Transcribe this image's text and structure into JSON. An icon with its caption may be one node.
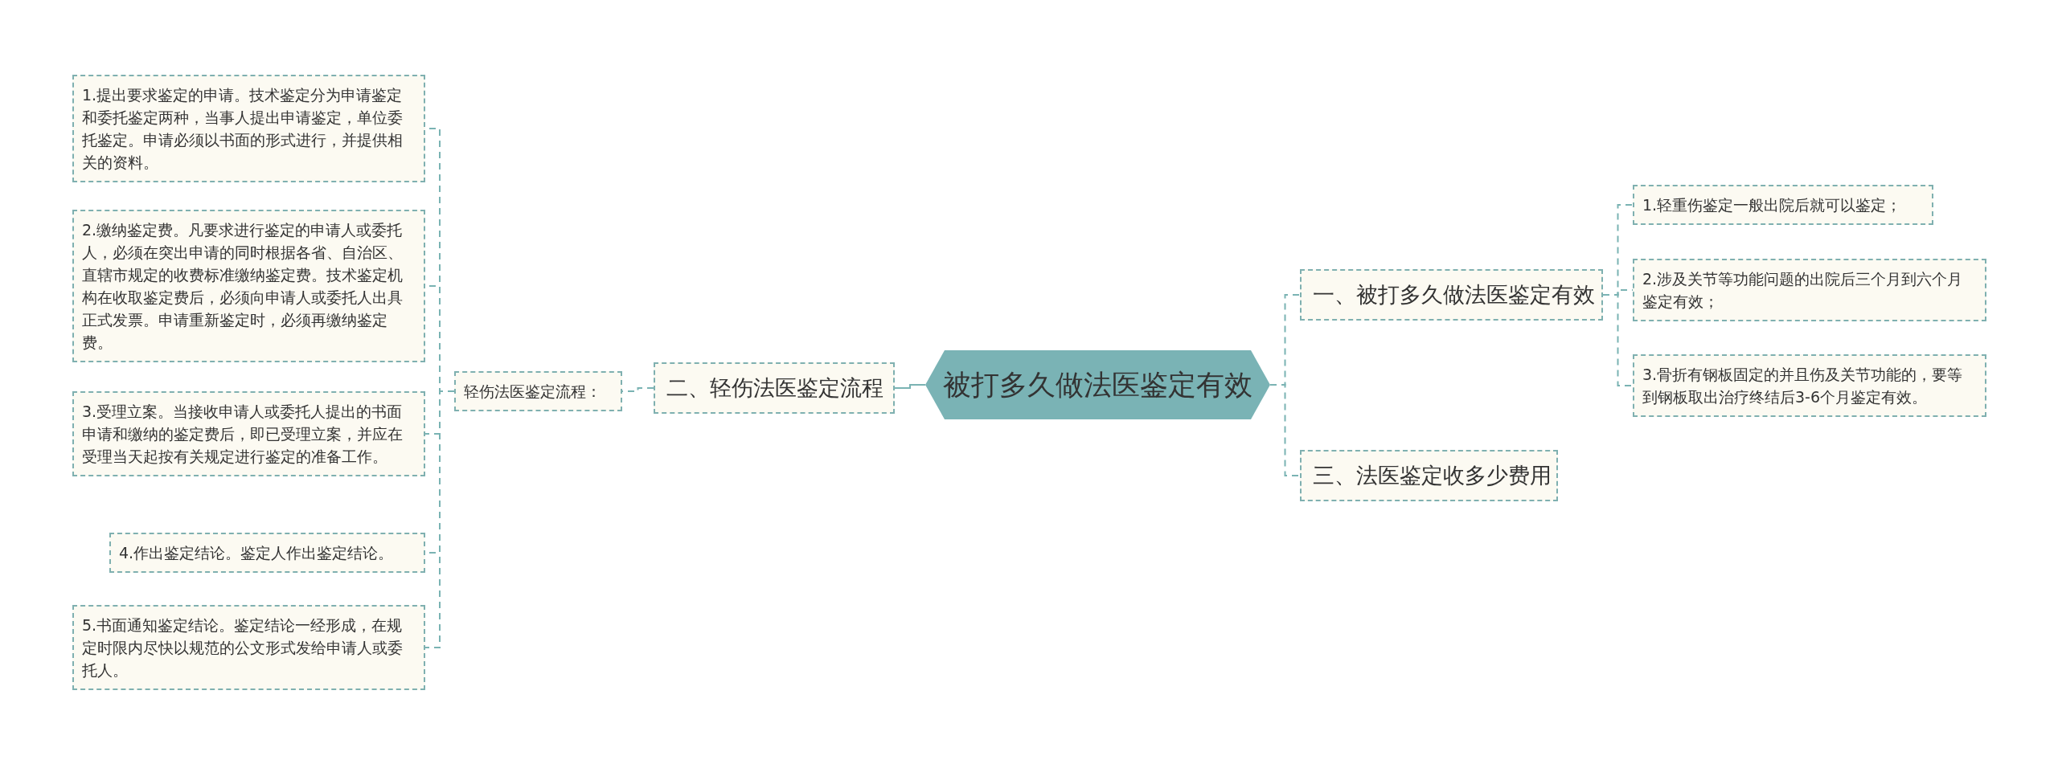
{
  "diagram": {
    "nodes": [
      {
        "text": [
          "被打多久做法医鉴定有效"
        ]
      },
      {
        "text": [
          "二、轻伤法医鉴定流程"
        ]
      },
      {
        "text": [
          "轻伤法医鉴定流程："
        ]
      },
      {
        "text": [
          "1.提出要求鉴定的申请。技术鉴定分为申请鉴定和委托鉴定两种，当事人提出申请鉴定，单位委托鉴定。申请必须以书面的形式进行，并提供相关的资料。"
        ]
      },
      {
        "text": [
          "2.缴纳鉴定费。凡要求进行鉴定的申请人或委托人，必须在突出申请的同时根据各省、自治区、直辖市规定的收费标准缴纳鉴定费。技术鉴定机构在收取鉴定费后，必须向申请人或委托人出具正式发票。申请重新鉴定时，必须再缴纳鉴定费。"
        ]
      },
      {
        "text": [
          "3.受理立案。当接收申请人或委托人提出的书面申请和缴纳的鉴定费后，即已受理立案，并应在受理当天起按有关规定进行鉴定的准备工作。"
        ]
      },
      {
        "text": [
          "4.作出鉴定结论。鉴定人作出鉴定结论。"
        ]
      },
      {
        "text": [
          "5.书面通知鉴定结论。鉴定结论一经形成，在规定时限内尽快以规范的公文形式发给申请人或委托人。"
        ]
      },
      {
        "text": [
          "一、被打多久做法医鉴定有效"
        ]
      },
      {
        "text": [
          "1.轻重伤鉴定一般出院后就可以鉴定；"
        ]
      },
      {
        "text": [
          "2.涉及关节等功能问题的出院后三个月到六个月鉴定有效；"
        ]
      },
      {
        "text": [
          "3.骨折有钢板固定的并且伤及关节功能的，要等到钢板取出治疗终结后3-6个月鉴定有效。"
        ]
      },
      {
        "text": [
          "三、法医鉴定收多少费用"
        ]
      }
    ],
    "edges": [
      {
        "from": 0,
        "to": 1,
        "arrow": "none"
      },
      {
        "from": 1,
        "to": 2,
        "arrow": "none",
        "style": "dashed"
      },
      {
        "from": 2,
        "to": 3,
        "arrow": "none",
        "style": "dashed"
      },
      {
        "from": 2,
        "to": 4,
        "arrow": "none",
        "style": "dashed"
      },
      {
        "from": 2,
        "to": 5,
        "arrow": "none",
        "style": "dashed"
      },
      {
        "from": 2,
        "to": 6,
        "arrow": "none",
        "style": "dashed"
      },
      {
        "from": 2,
        "to": 7,
        "arrow": "none",
        "style": "dashed"
      },
      {
        "from": 0,
        "to": 8,
        "arrow": "none",
        "style": "dashed"
      },
      {
        "from": 8,
        "to": 9,
        "arrow": "none",
        "style": "dashed"
      },
      {
        "from": 8,
        "to": 10,
        "arrow": "none",
        "style": "dashed"
      },
      {
        "from": 8,
        "to": 11,
        "arrow": "none",
        "style": "dashed"
      },
      {
        "from": 0,
        "to": 12,
        "arrow": "none",
        "style": "dashed"
      }
    ]
  }
}
